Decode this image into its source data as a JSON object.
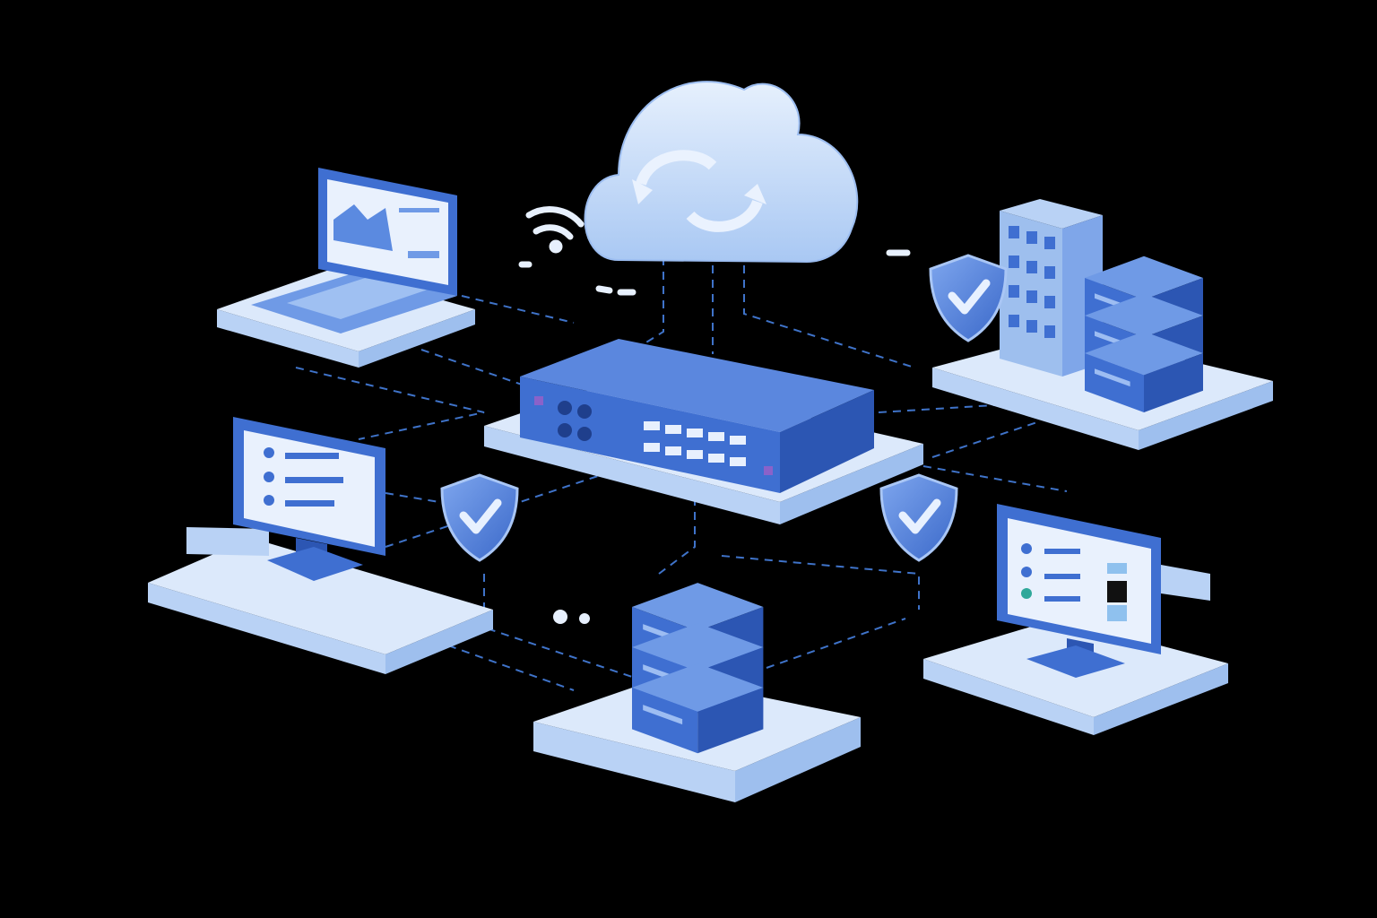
{
  "colors": {
    "background": "#000000",
    "device_blue": "#3f6fd1",
    "device_dark": "#2c56b3",
    "platform_light": "#dce9fb",
    "cloud": "#cfe2fb",
    "connection_line": "#3f73c9",
    "shield": "#4b7fdc"
  },
  "nodes": [
    {
      "id": "cloud",
      "icon": "cloud-sync-icon"
    },
    {
      "id": "switch",
      "icon": "network-switch-icon"
    },
    {
      "id": "laptop",
      "icon": "laptop-dashboard-icon"
    },
    {
      "id": "office-datacenter",
      "icon": "building-server-icon"
    },
    {
      "id": "desktop-left",
      "icon": "monitor-list-icon"
    },
    {
      "id": "server-stack",
      "icon": "server-stack-icon"
    },
    {
      "id": "desktop-right",
      "icon": "monitor-settings-icon"
    }
  ],
  "security": [
    {
      "icon": "shield-check-icon"
    },
    {
      "icon": "shield-check-icon"
    },
    {
      "icon": "shield-check-icon"
    }
  ],
  "wireless": {
    "icon": "wifi-icon"
  }
}
